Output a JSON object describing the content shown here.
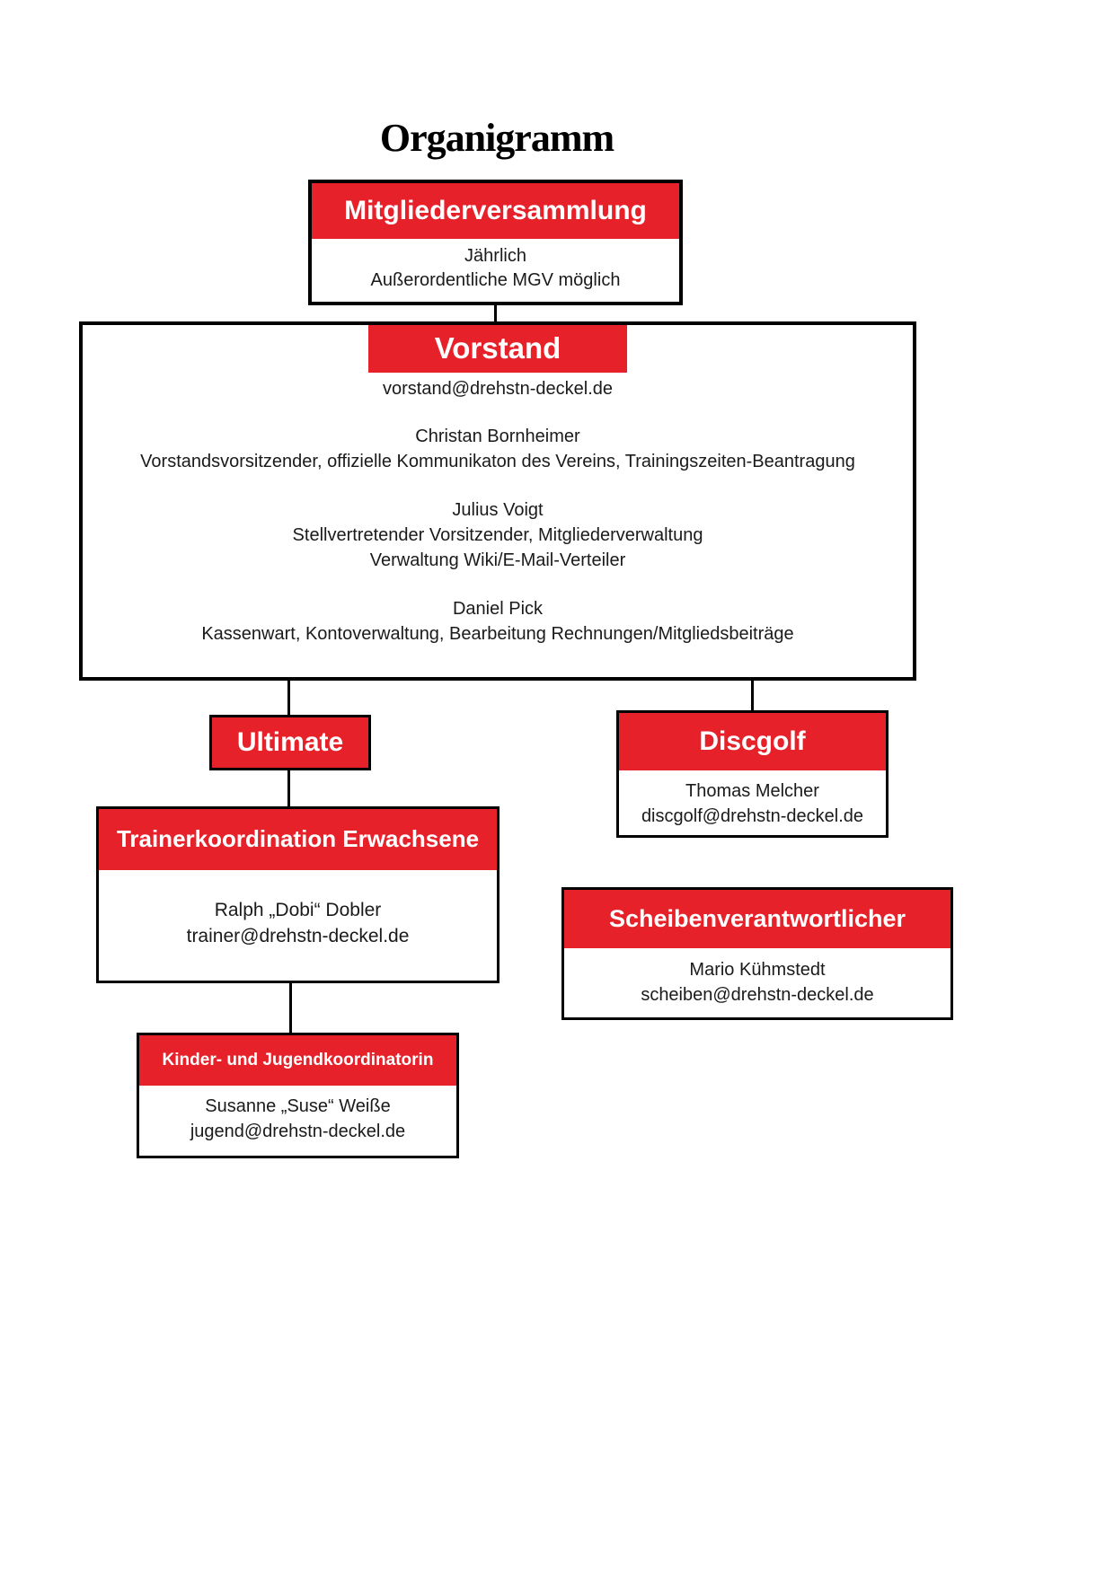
{
  "page": {
    "title": "Organigramm"
  },
  "colors": {
    "accent_red": "#e6212a",
    "line_black": "#000000"
  },
  "nodes": {
    "mitgliederversammlung": {
      "title": "Mitgliederversammlung",
      "lines": [
        "Jährlich",
        "Außerordentliche MGV möglich"
      ]
    },
    "vorstand": {
      "title": "Vorstand",
      "email": "vorstand@drehstn-deckel.de",
      "people": [
        {
          "name": "Christan Bornheimer",
          "roles": [
            "Vorstandsvorsitzender, offizielle Kommunikaton des Vereins, Trainingszeiten-Beantragung"
          ]
        },
        {
          "name": "Julius Voigt",
          "roles": [
            "Stellvertretender Vorsitzender, Mitgliederverwaltung",
            "Verwaltung Wiki/E-Mail-Verteiler"
          ]
        },
        {
          "name": "Daniel Pick",
          "roles": [
            "Kassenwart, Kontoverwaltung, Bearbeitung Rechnungen/Mitgliedsbeiträge"
          ]
        }
      ]
    },
    "ultimate": {
      "title": "Ultimate"
    },
    "discgolf": {
      "title": "Discgolf",
      "person": "Thomas Melcher",
      "email": "discgolf@drehstn-deckel.de"
    },
    "trainerkoordination": {
      "title": "Trainerkoordination Erwachsene",
      "person": "Ralph „Dobi“ Dobler",
      "email": "trainer@drehstn-deckel.de"
    },
    "scheibenverantwortlicher": {
      "title": "Scheibenverantwortlicher",
      "person": "Mario Kühmstedt",
      "email": "scheiben@drehstn-deckel.de"
    },
    "jugend": {
      "title": "Kinder- und Jugendkoordinatorin",
      "person": "Susanne „Suse“ Weiße",
      "email": "jugend@drehstn-deckel.de"
    }
  }
}
